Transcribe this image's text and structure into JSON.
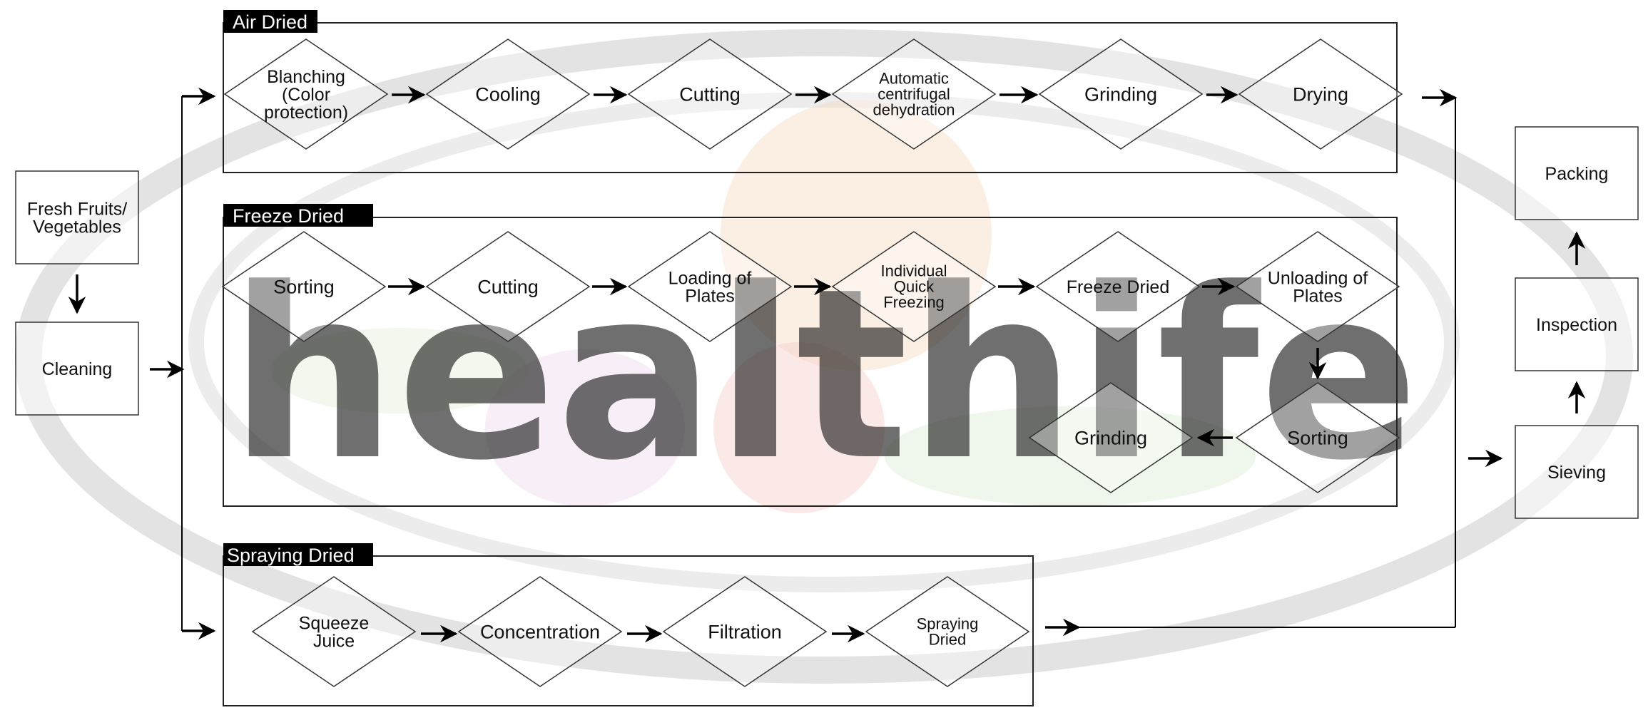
{
  "watermark": {
    "text": "healthife"
  },
  "colors": {
    "line": "#000000",
    "panel_stroke": "#222222",
    "header_bg": "#000000",
    "header_text": "#ffffff",
    "box_bg": "#ffffff",
    "ring": "#d9d9d9",
    "watermark_text": "#cfcfcf"
  },
  "nodes": {
    "fresh": {
      "lines": [
        "Fresh Fruits/",
        "Vegetables"
      ]
    },
    "cleaning": {
      "lines": [
        "Cleaning"
      ]
    },
    "packing": {
      "lines": [
        "Packing"
      ]
    },
    "inspection": {
      "lines": [
        "Inspection"
      ]
    },
    "sieving": {
      "lines": [
        "Sieving"
      ]
    }
  },
  "sections": {
    "air": {
      "title": "Air Dried",
      "steps": [
        {
          "lines": [
            "Blanching",
            "(Color",
            "protection)"
          ]
        },
        {
          "lines": [
            "Cooling"
          ]
        },
        {
          "lines": [
            "Cutting"
          ]
        },
        {
          "lines": [
            "Automatic",
            "centrifugal",
            "dehydration"
          ]
        },
        {
          "lines": [
            "Grinding"
          ]
        },
        {
          "lines": [
            "Drying"
          ]
        }
      ]
    },
    "freeze": {
      "title": "Freeze Dried",
      "steps": [
        {
          "lines": [
            "Sorting"
          ]
        },
        {
          "lines": [
            "Cutting"
          ]
        },
        {
          "lines": [
            "Loading of",
            "Plates"
          ]
        },
        {
          "lines": [
            "Individual",
            "Quick",
            "Freezing"
          ]
        },
        {
          "lines": [
            "Freeze Dried"
          ]
        },
        {
          "lines": [
            "Unloading of",
            "Plates"
          ]
        },
        {
          "lines": [
            "Sorting"
          ]
        },
        {
          "lines": [
            "Grinding"
          ]
        }
      ]
    },
    "spray": {
      "title": "Spraying Dried",
      "steps": [
        {
          "lines": [
            "Squeeze",
            "Juice"
          ]
        },
        {
          "lines": [
            "Concentration"
          ]
        },
        {
          "lines": [
            "Filtration"
          ]
        },
        {
          "lines": [
            "Spraying",
            "Dried"
          ]
        }
      ]
    }
  }
}
